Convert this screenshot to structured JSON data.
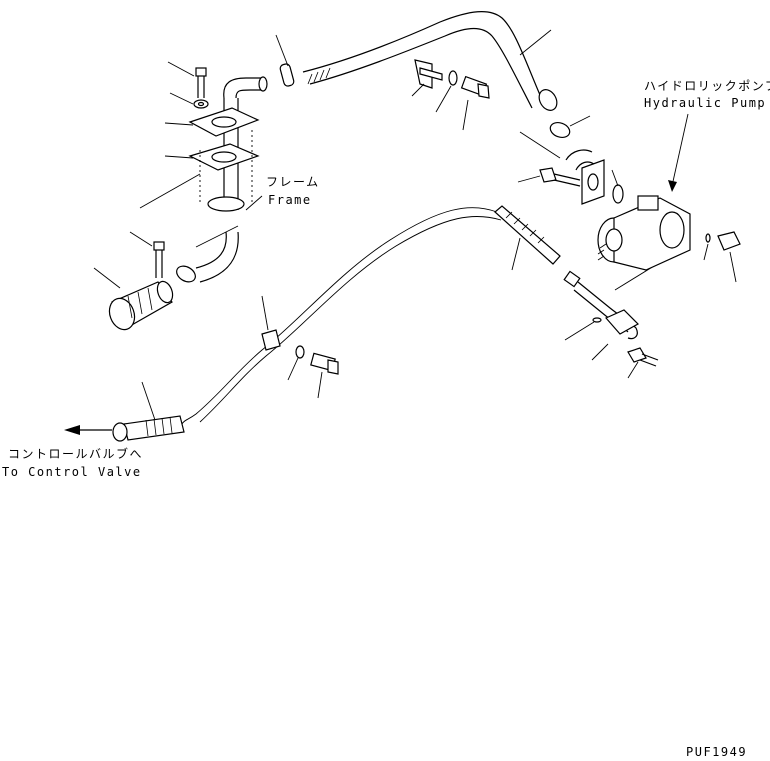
{
  "labels": {
    "frame_jp": "フレーム",
    "frame_en": "Frame",
    "pump_jp": "ハイドロリックポンプ",
    "pump_en": "Hydraulic Pump",
    "valve_jp": "コントロールバルブへ",
    "valve_en": "To Control Valve",
    "drawing_code": "PUF1949"
  }
}
